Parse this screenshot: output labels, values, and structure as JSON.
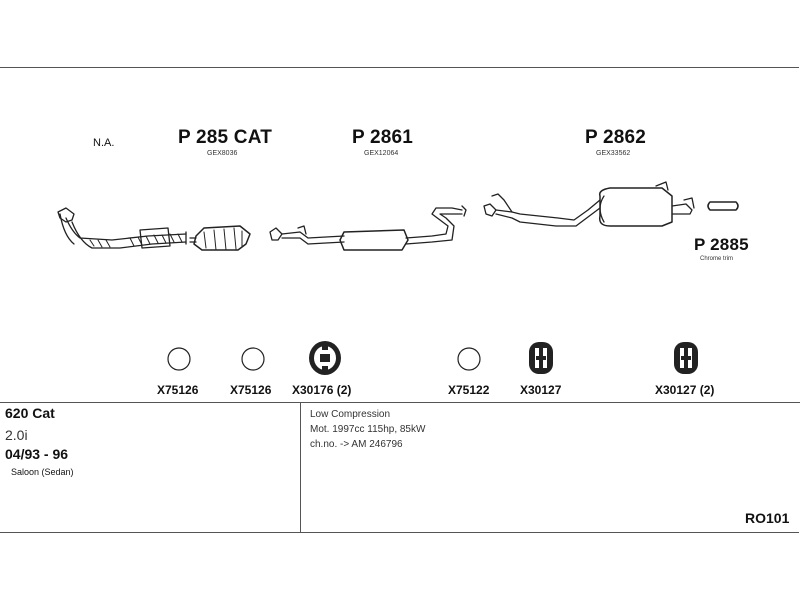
{
  "parts": {
    "na": "N.A.",
    "p285": {
      "name": "P 285 CAT",
      "ref": "GEX8036"
    },
    "p2861": {
      "name": "P 2861",
      "ref": "GEX12064"
    },
    "p2862": {
      "name": "P 2862",
      "ref": "GEX33562"
    },
    "p2885": {
      "name": "P 2885",
      "note": "Chrome trim"
    }
  },
  "mounts": [
    {
      "label": "X75126",
      "shape": "ring"
    },
    {
      "label": "X75126",
      "shape": "ring"
    },
    {
      "label": "X30176 (2)",
      "shape": "rubber-hanger"
    },
    {
      "label": "X75122",
      "shape": "ring"
    },
    {
      "label": "X30127",
      "shape": "rubber-block"
    },
    {
      "label": "X30127 (2)",
      "shape": "rubber-block"
    }
  ],
  "vehicle": {
    "model": "620 Cat",
    "engine": "2.0i",
    "years": "04/93 - 96",
    "body": "Saloon (Sedan)"
  },
  "notes": {
    "line1": "Low Compression",
    "line2": "Mot. 1997cc 115hp, 85kW",
    "line3": "ch.no. -> AM 246796"
  },
  "code": "RO101"
}
